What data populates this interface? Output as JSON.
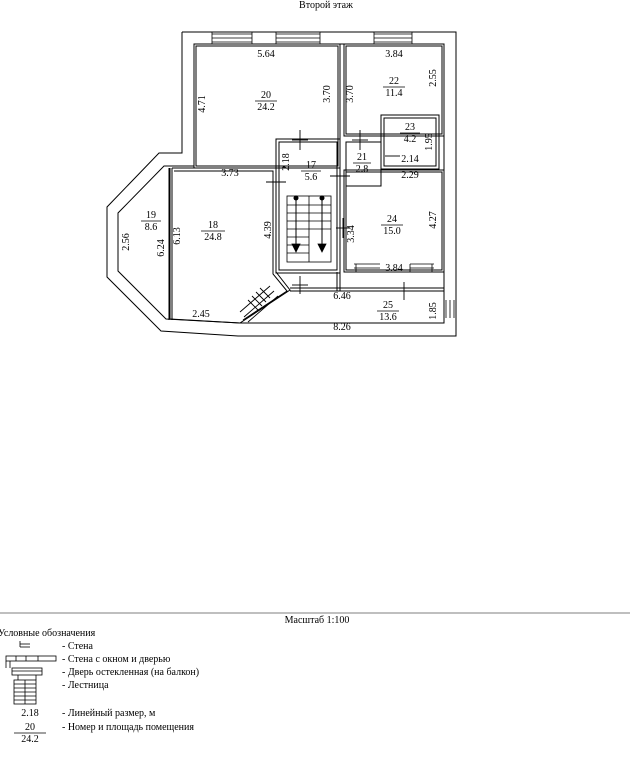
{
  "title": "Второй этаж",
  "scale": "Масштаб 1:100",
  "legend": {
    "heading": "Условные обозначения",
    "items": [
      {
        "icon": "wall-icon",
        "label": "- Стена"
      },
      {
        "icon": "wall-window-door-icon",
        "label": "- Стена с окном и дверью"
      },
      {
        "icon": "glazed-door-icon",
        "label": "- Дверь остекленная (на балкон)"
      },
      {
        "icon": "staircase-icon",
        "label": "- Лестница"
      },
      {
        "icon": "dimension-sample",
        "sample": "2.18",
        "label": "- Линейный размер, м"
      },
      {
        "icon": "room-sample",
        "sample_number": "20",
        "sample_area": "24.2",
        "label": "- Номер и площадь помещения"
      }
    ]
  },
  "rooms": [
    {
      "number": "17",
      "area": "5.6"
    },
    {
      "number": "18",
      "area": "24.8"
    },
    {
      "number": "19",
      "area": "8.6"
    },
    {
      "number": "20",
      "area": "24.2"
    },
    {
      "number": "21",
      "area": "2.8"
    },
    {
      "number": "22",
      "area": "11.4"
    },
    {
      "number": "23",
      "area": "4.2"
    },
    {
      "number": "24",
      "area": "15.0"
    },
    {
      "number": "25",
      "area": "13.6"
    }
  ],
  "dimensions": [
    "5.64",
    "3.84",
    "4.71",
    "3.70",
    "3.70",
    "2.55",
    "1.95",
    "2.14",
    "2.18",
    "3.73",
    "2.29",
    "2.56",
    "6.13",
    "6.24",
    "4.39",
    "3.34",
    "4.27",
    "3.84",
    "6.46",
    "1.85",
    "2.45",
    "8.26"
  ]
}
